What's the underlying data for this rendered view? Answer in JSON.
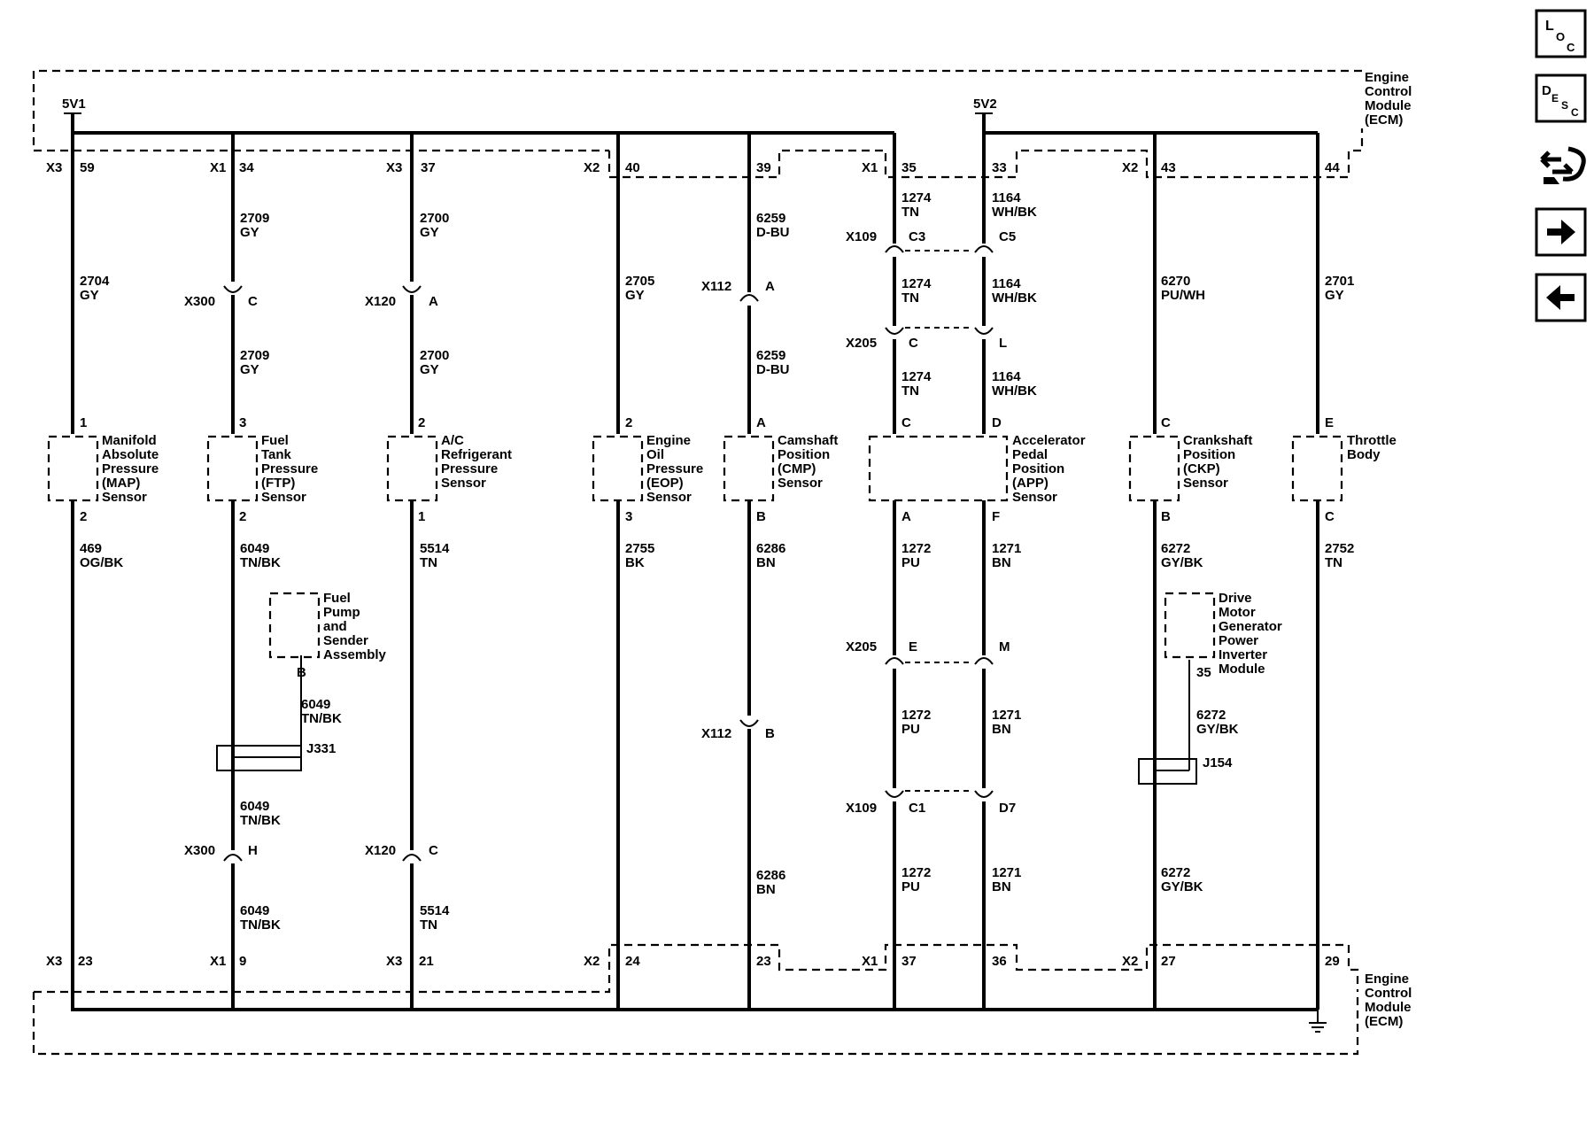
{
  "ecm": {
    "name": "Engine Control Module (ECM)",
    "name_lines": [
      "Engine",
      "Control",
      "Module",
      "(ECM)"
    ]
  },
  "rails": {
    "left": "5V1",
    "right": "5V2"
  },
  "top_pins": [
    {
      "conn": "X3",
      "pin": "59"
    },
    {
      "conn": "X1",
      "pin": "34"
    },
    {
      "conn": "X3",
      "pin": "37"
    },
    {
      "conn": "X2",
      "pin": "40"
    },
    {
      "conn": "",
      "pin": "39"
    },
    {
      "conn": "X1",
      "pin": "35"
    },
    {
      "conn": "",
      "pin": "33"
    },
    {
      "conn": "X2",
      "pin": "43"
    },
    {
      "conn": "",
      "pin": "44"
    }
  ],
  "bottom_pins": [
    {
      "conn": "X3",
      "pin": "23"
    },
    {
      "conn": "X1",
      "pin": "9"
    },
    {
      "conn": "X3",
      "pin": "21"
    },
    {
      "conn": "X2",
      "pin": "24"
    },
    {
      "conn": "",
      "pin": "23"
    },
    {
      "conn": "X1",
      "pin": "37"
    },
    {
      "conn": "",
      "pin": "36"
    },
    {
      "conn": "X2",
      "pin": "27"
    },
    {
      "conn": "",
      "pin": "29"
    }
  ],
  "wire_labels": [
    {
      "id": "w2704",
      "circuit": "2704",
      "color": "GY"
    },
    {
      "id": "w2709a",
      "circuit": "2709",
      "color": "GY"
    },
    {
      "id": "w2709b",
      "circuit": "2709",
      "color": "GY"
    },
    {
      "id": "w2700a",
      "circuit": "2700",
      "color": "GY"
    },
    {
      "id": "w2700b",
      "circuit": "2700",
      "color": "GY"
    },
    {
      "id": "w2705",
      "circuit": "2705",
      "color": "GY"
    },
    {
      "id": "w6259a",
      "circuit": "6259",
      "color": "D-BU"
    },
    {
      "id": "w6259b",
      "circuit": "6259",
      "color": "D-BU"
    },
    {
      "id": "w1274a",
      "circuit": "1274",
      "color": "TN"
    },
    {
      "id": "w1274b",
      "circuit": "1274",
      "color": "TN"
    },
    {
      "id": "w1274c",
      "circuit": "1274",
      "color": "TN"
    },
    {
      "id": "w1164a",
      "circuit": "1164",
      "color": "WH/BK"
    },
    {
      "id": "w1164b",
      "circuit": "1164",
      "color": "WH/BK"
    },
    {
      "id": "w1164c",
      "circuit": "1164",
      "color": "WH/BK"
    },
    {
      "id": "w6270",
      "circuit": "6270",
      "color": "PU/WH"
    },
    {
      "id": "w2701",
      "circuit": "2701",
      "color": "GY"
    },
    {
      "id": "w469",
      "circuit": "469",
      "color": "OG/BK"
    },
    {
      "id": "w6049a",
      "circuit": "6049",
      "color": "TN/BK"
    },
    {
      "id": "w6049b",
      "circuit": "6049",
      "color": "TN/BK"
    },
    {
      "id": "w6049c",
      "circuit": "6049",
      "color": "TN/BK"
    },
    {
      "id": "w6049d",
      "circuit": "6049",
      "color": "TN/BK"
    },
    {
      "id": "w5514a",
      "circuit": "5514",
      "color": "TN"
    },
    {
      "id": "w5514b",
      "circuit": "5514",
      "color": "TN"
    },
    {
      "id": "w2755",
      "circuit": "2755",
      "color": "BK"
    },
    {
      "id": "w6286a",
      "circuit": "6286",
      "color": "BN"
    },
    {
      "id": "w6286b",
      "circuit": "6286",
      "color": "BN"
    },
    {
      "id": "w1272a",
      "circuit": "1272",
      "color": "PU"
    },
    {
      "id": "w1272b",
      "circuit": "1272",
      "color": "PU"
    },
    {
      "id": "w1272c",
      "circuit": "1272",
      "color": "PU"
    },
    {
      "id": "w1271a",
      "circuit": "1271",
      "color": "BN"
    },
    {
      "id": "w1271b",
      "circuit": "1271",
      "color": "BN"
    },
    {
      "id": "w1271c",
      "circuit": "1271",
      "color": "BN"
    },
    {
      "id": "w6272a",
      "circuit": "6272",
      "color": "GY/BK"
    },
    {
      "id": "w6272b",
      "circuit": "6272",
      "color": "GY/BK"
    },
    {
      "id": "w6272c",
      "circuit": "6272",
      "color": "GY/BK"
    },
    {
      "id": "w2752",
      "circuit": "2752",
      "color": "TN"
    }
  ],
  "inline_connectors": [
    {
      "id": "x300a",
      "name": "X300",
      "pin": "C"
    },
    {
      "id": "x120a",
      "name": "X120",
      "pin": "A"
    },
    {
      "id": "x112a",
      "name": "X112",
      "pin": "A"
    },
    {
      "id": "x109a",
      "name": "X109",
      "pin": "C3",
      "pin2": "C5"
    },
    {
      "id": "x205a",
      "name": "X205",
      "pin": "C",
      "pin2": "L"
    },
    {
      "id": "x205b",
      "name": "X205",
      "pin": "E",
      "pin2": "M"
    },
    {
      "id": "x109b",
      "name": "X109",
      "pin": "C1",
      "pin2": "D7"
    },
    {
      "id": "x112b",
      "name": "X112",
      "pin": "B"
    },
    {
      "id": "x300b",
      "name": "X300",
      "pin": "H"
    },
    {
      "id": "x120b",
      "name": "X120",
      "pin": "C"
    }
  ],
  "sensors": [
    {
      "id": "map",
      "lines": [
        "Manifold",
        "Absolute",
        "Pressure",
        "(MAP)",
        "Sensor"
      ],
      "top_pin": "1",
      "bottom_pin": "2"
    },
    {
      "id": "ftp",
      "lines": [
        "Fuel",
        "Tank",
        "Pressure",
        "(FTP)",
        "Sensor"
      ],
      "top_pin": "3",
      "bottom_pin": "2"
    },
    {
      "id": "ac",
      "lines": [
        "A/C",
        "Refrigerant",
        "Pressure",
        "Sensor"
      ],
      "top_pin": "2",
      "bottom_pin": "1"
    },
    {
      "id": "eop",
      "lines": [
        "Engine",
        "Oil",
        "Pressure",
        "(EOP)",
        "Sensor"
      ],
      "top_pin": "2",
      "bottom_pin": "3"
    },
    {
      "id": "cmp",
      "lines": [
        "Camshaft",
        "Position",
        "(CMP)",
        "Sensor"
      ],
      "top_pin": "A",
      "bottom_pin": "B"
    },
    {
      "id": "app",
      "lines": [
        "Accelerator",
        "Pedal",
        "Position",
        "(APP)",
        "Sensor"
      ],
      "top_pin": "C",
      "top_pin2": "D",
      "bottom_pin": "A",
      "bottom_pin2": "F"
    },
    {
      "id": "ckp",
      "lines": [
        "Crankshaft",
        "Position",
        "(CKP)",
        "Sensor"
      ],
      "top_pin": "C",
      "bottom_pin": "B"
    },
    {
      "id": "tb",
      "lines": [
        "Throttle",
        "Body"
      ],
      "top_pin": "E",
      "bottom_pin": "C"
    }
  ],
  "modules": [
    {
      "id": "fuelpump",
      "lines": [
        "Fuel",
        "Pump",
        "and",
        "Sender",
        "Assembly"
      ],
      "pin": "B"
    },
    {
      "id": "dmgpim",
      "lines": [
        "Drive",
        "Motor",
        "Generator",
        "Power",
        "Inverter",
        "Module"
      ],
      "pin": "35"
    }
  ],
  "splices": [
    {
      "id": "j331",
      "name": "J331"
    },
    {
      "id": "j154",
      "name": "J154"
    }
  ],
  "nav": {
    "loc": {
      "big": "L",
      "small1": "O",
      "small2": "C"
    },
    "desc": {
      "big": "D",
      "small1": "E",
      "small2": "S",
      "small3": "C"
    },
    "icons": [
      "connector-icon",
      "next-arrow-icon",
      "previous-arrow-icon"
    ]
  }
}
